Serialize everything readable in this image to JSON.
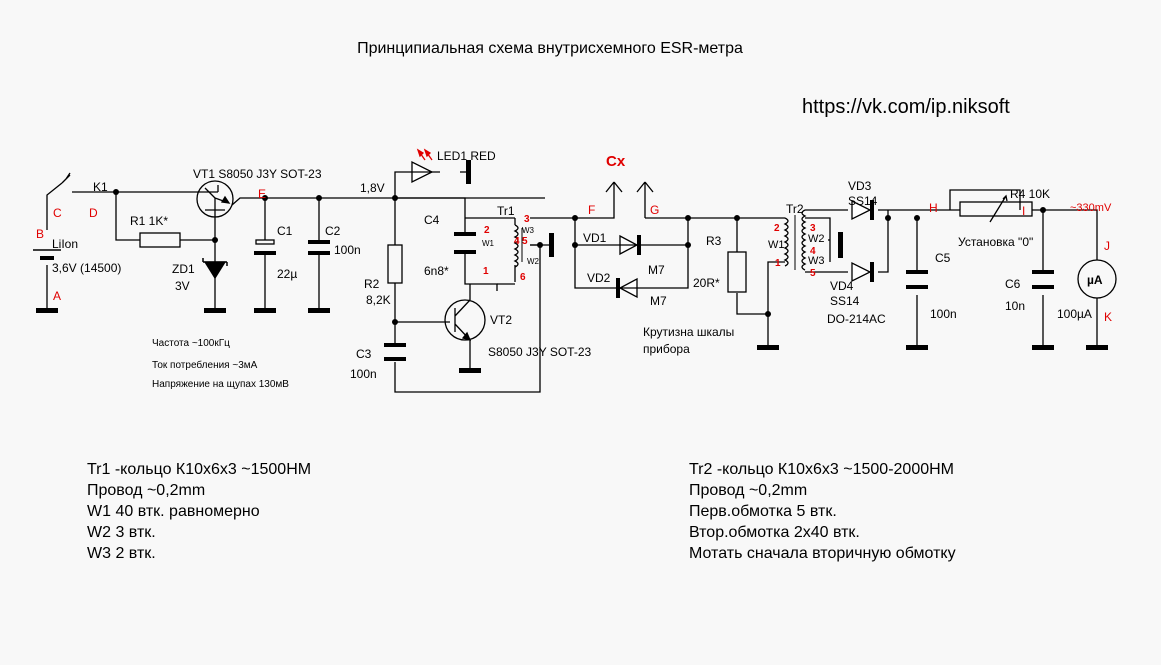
{
  "title": "Принципиальная схема внутрисхемного ESR-метра",
  "url": "https://vk.com/ip.niksoft",
  "colors": {
    "wire": "#000000",
    "node_letter": "#e00000",
    "background": "#f8f8f8",
    "led_arrows": "#e00000"
  },
  "nodes": {
    "A": "A",
    "B": "B",
    "C": "C",
    "D": "D",
    "E": "E",
    "F": "F",
    "G": "G",
    "H": "H",
    "I": "I",
    "J": "J",
    "K": "K"
  },
  "components": {
    "k1": "K1",
    "battery_name": "LiIon",
    "battery_value": "3,6V (14500)",
    "r1": "R1  1K*",
    "vt1": "VT1  S8050 J3Y SOT-23",
    "zd1": "ZD1",
    "zd1_value": "3V",
    "c1": "C1",
    "c1_value": "22µ",
    "c2": "C2",
    "c2_value": "100n",
    "v18": "1,8V",
    "led1": "LED1  RED",
    "c4": "C4",
    "c4_value": "6n8*",
    "tr1": "Tr1",
    "tr1_pins": [
      "3",
      "2",
      "4",
      "5",
      "1",
      "6"
    ],
    "tr1_w": [
      "W1",
      "W3",
      "W2"
    ],
    "r2": "R2",
    "r2_value": "8,2K",
    "vt2": "VT2",
    "vt2_value": "S8050 J3Y SOT-23",
    "c3": "C3",
    "c3_value": "100n",
    "cx": "Cx",
    "vd1": "VD1",
    "vd2": "VD2",
    "m7a": "M7",
    "m7b": "M7",
    "r3": "R3",
    "r3_value": "20R*",
    "tr2": "Tr2",
    "tr2_pins": [
      "3",
      "2",
      "4",
      "1",
      "5"
    ],
    "tr2_w": [
      "W1",
      "W2",
      "W3"
    ],
    "vd3": "VD3",
    "vd3_value": "SS14",
    "vd4": "VD4",
    "vd4_value": "SS14",
    "vd4_pkg": "DO-214AC",
    "r4": "R4 10K",
    "zero": "Установка \"0\"",
    "mv": "~330mV",
    "c5": "C5",
    "c5_value": "100n",
    "c6": "C6",
    "c6_value": "10n",
    "meter": "µA",
    "meter_value": "100µA",
    "r3_note_1": "Крутизна шкалы",
    "r3_note_2": "прибора"
  },
  "specs": [
    "Частота ~100кГц",
    "Ток потребления ~3мА",
    "Напряжение на щупах 130мВ"
  ],
  "notes_left": [
    "Tr1 -кольцо К10х6х3 ~1500НМ",
    "Провод ~0,2mm",
    "W1 40 втк. равномерно",
    "W2 3 втк.",
    "W3 2 втк."
  ],
  "notes_right": [
    "Tr2 -кольцо К10х6х3 ~1500-2000НМ",
    "Провод ~0,2mm",
    "Перв.обмотка 5 втк.",
    "Втор.обмотка 2х40 втк.",
    "Мотать сначала вторичную обмотку"
  ]
}
